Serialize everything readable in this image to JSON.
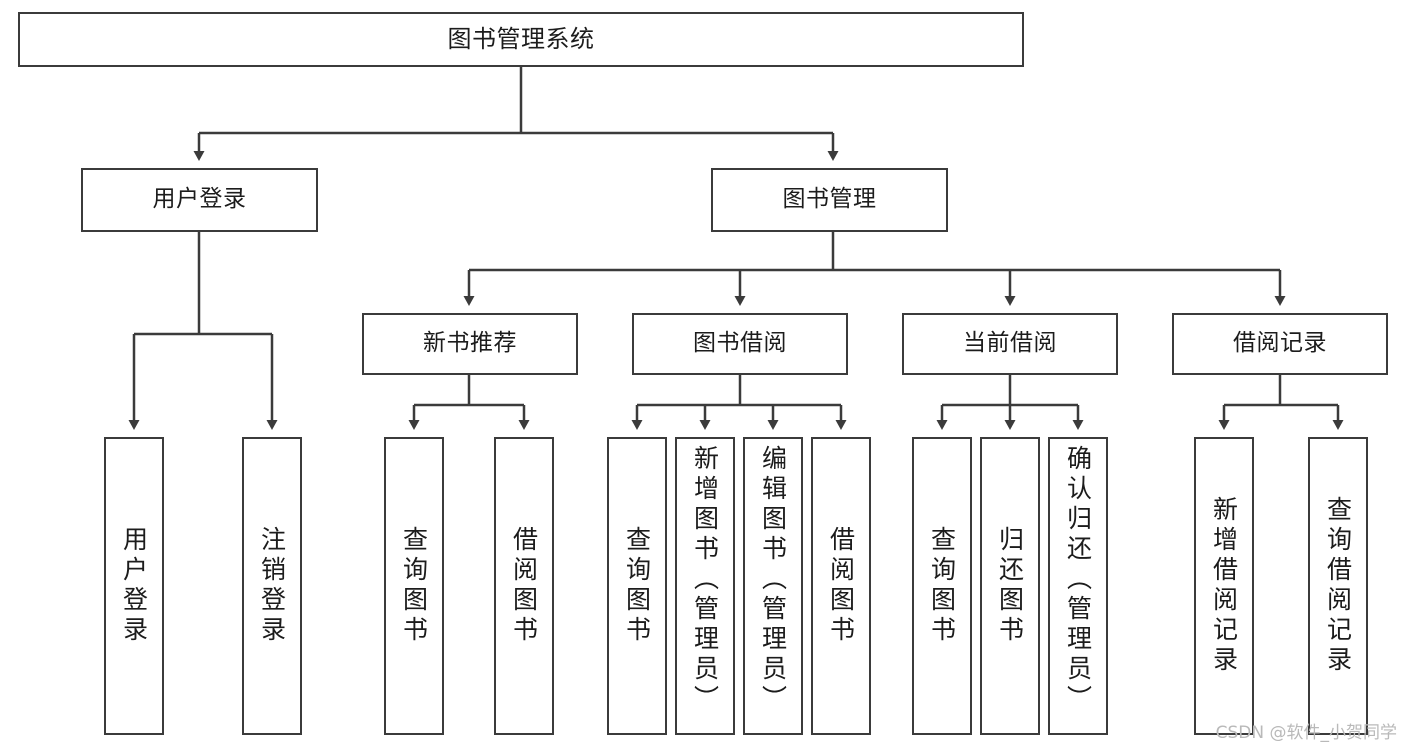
{
  "diagram": {
    "type": "tree-hierarchy",
    "title": "图书管理系统",
    "colors": {
      "background": "#ffffff",
      "box_border": "#3b3b3b",
      "box_fill": "#ffffff",
      "text": "#1c1c1c",
      "connector": "#3b3b3b",
      "watermark": "#b9b9b9"
    },
    "root": {
      "label": "图书管理系统"
    },
    "level2": [
      {
        "label": "用户登录"
      },
      {
        "label": "图书管理"
      }
    ],
    "level3": [
      {
        "label": "新书推荐"
      },
      {
        "label": "图书借阅"
      },
      {
        "label": "当前借阅"
      },
      {
        "label": "借阅记录"
      }
    ],
    "leaves": {
      "user_login": [
        {
          "label": "用户登录"
        },
        {
          "label": "注销登录"
        }
      ],
      "new_book_recommend": [
        {
          "label": "查询图书"
        },
        {
          "label": "借阅图书"
        }
      ],
      "book_borrow": [
        {
          "label": "查询图书"
        },
        {
          "label": "新增图书（管理员）"
        },
        {
          "label": "编辑图书（管理员）"
        },
        {
          "label": "借阅图书"
        }
      ],
      "current_borrow": [
        {
          "label": "查询图书"
        },
        {
          "label": "归还图书"
        },
        {
          "label": "确认归还（管理员）"
        }
      ],
      "borrow_record": [
        {
          "label": "新增借阅记录"
        },
        {
          "label": "查询借阅记录"
        }
      ]
    }
  },
  "watermark": {
    "text": "CSDN @软件_小贺同学"
  }
}
